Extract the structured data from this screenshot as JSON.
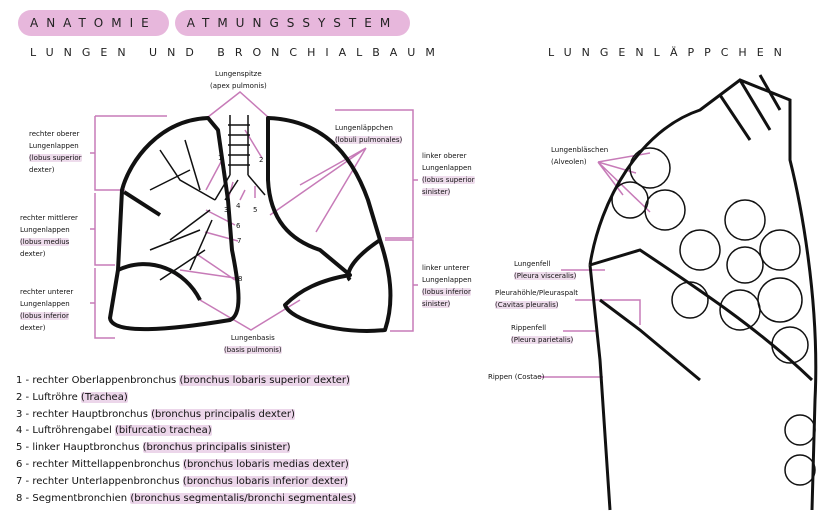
{
  "title": {
    "word1": "ANATOMIE",
    "word2": "ATMUNGSSYSTEM"
  },
  "headings": {
    "left": "LUNGEN UND BRONCHIALBAUM",
    "right": "LUNGENLÄPPCHEN"
  },
  "colors": {
    "accent": "#c77bb8",
    "highlight": "#eedcec",
    "title_bubble": "#e7b7dc"
  },
  "lung_labels": {
    "apex": {
      "name": "Lungenspitze",
      "latin": "(apex pulmonis)"
    },
    "right_upper": {
      "l1": "rechter oberer",
      "l2": "Lungenlappen",
      "l3": "(lobus superior",
      "l4": "dexter)"
    },
    "right_middle": {
      "l1": "rechter mittlerer",
      "l2": "Lungenlappen",
      "l3": "(lobus medius",
      "l4": "dexter)"
    },
    "right_lower": {
      "l1": "rechter unterer",
      "l2": "Lungenlappen",
      "l3": "(lobus inferior",
      "l4": "dexter)"
    },
    "lobules": {
      "name": "Lungenläppchen",
      "latin": "(lobuli pulmonales)"
    },
    "left_upper": {
      "l1": "linker oberer",
      "l2": "Lungenlappen",
      "l3": "(lobus superior",
      "l4": "sinister)"
    },
    "left_lower": {
      "l1": "linker unterer",
      "l2": "Lungenlappen",
      "l3": "(lobus inferior",
      "l4": "sinister)"
    },
    "base": {
      "name": "Lungenbasis",
      "latin": "(basis pulmonis)"
    },
    "numbers": [
      "1",
      "2",
      "3",
      "4",
      "5",
      "6",
      "7",
      "8"
    ]
  },
  "lobule_labels": {
    "alveoli": {
      "name": "Lungenbläschen",
      "latin": "(Alveolen)"
    },
    "visceral": {
      "name": "Lungenfell",
      "latin": "(Pleura visceralis)"
    },
    "cavity": {
      "name": "Pleurahöhle/Pleuraspalt",
      "latin": "(Cavitas pleuralis)"
    },
    "parietal": {
      "name": "Rippenfell",
      "latin": "(Pleura parietalis)"
    },
    "ribs": {
      "name": "Rippen",
      "latin": "(Costae)"
    }
  },
  "legend": [
    {
      "n": "1",
      "de": "rechter Oberlappenbronchus",
      "la": "(bronchus lobaris superior dexter)"
    },
    {
      "n": "2",
      "de": "Luftröhre",
      "la": "(Trachea)"
    },
    {
      "n": "3",
      "de": "rechter Hauptbronchus",
      "la": "(bronchus principalis dexter)"
    },
    {
      "n": "4",
      "de": "Luftröhrengabel",
      "la": "(bifurcatio trachea)"
    },
    {
      "n": "5",
      "de": "linker Hauptbronchus",
      "la": "(bronchus principalis sinister)"
    },
    {
      "n": "6",
      "de": "rechter Mittellappenbronchus",
      "la": "(bronchus lobaris medias dexter)"
    },
    {
      "n": "7",
      "de": "rechter Unterlappenbronchus",
      "la": "(bronchus lobaris inferior dexter)"
    },
    {
      "n": "8",
      "de": "Segmentbronchien",
      "la": "(bronchus segmentalis/bronchi segmentales)"
    }
  ]
}
